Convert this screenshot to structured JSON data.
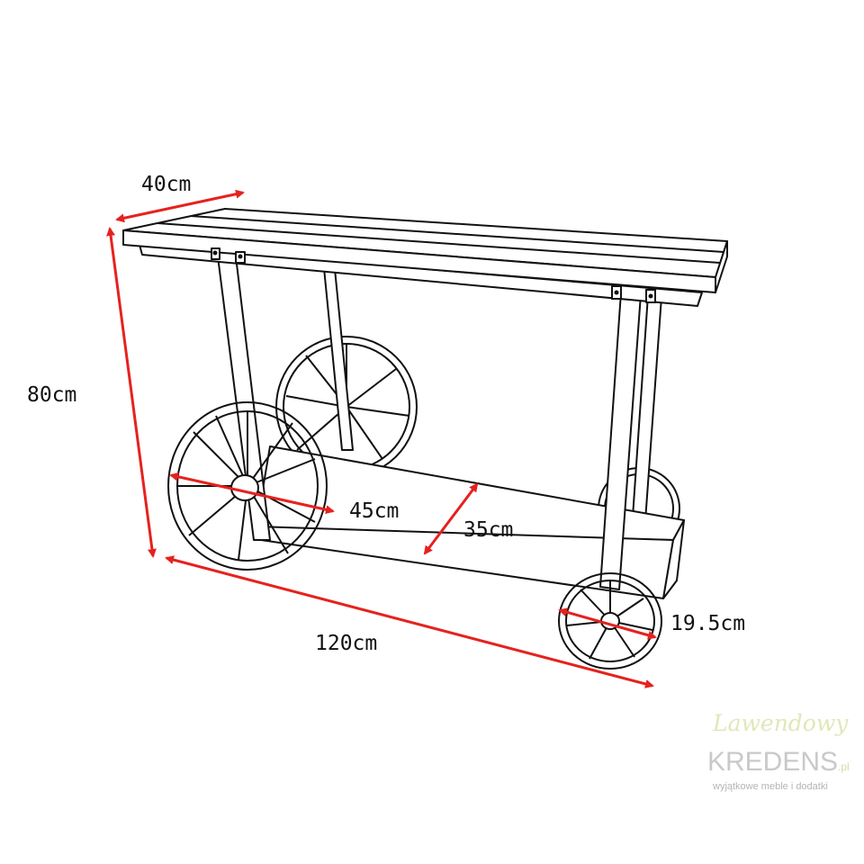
{
  "colors": {
    "dimension": "#e5221e",
    "line": "#111111"
  },
  "dimensions": {
    "depth": "40cm",
    "height": "80cm",
    "width": "120cm",
    "large_wheel": "45cm",
    "shelf_depth": "35cm",
    "small_wheel": "19.5cm"
  },
  "logo": {
    "script": "Lawendowy",
    "brand": "KREDENS",
    "tld": ".pl",
    "tagline": "wyjątkowe meble i dodatki"
  }
}
